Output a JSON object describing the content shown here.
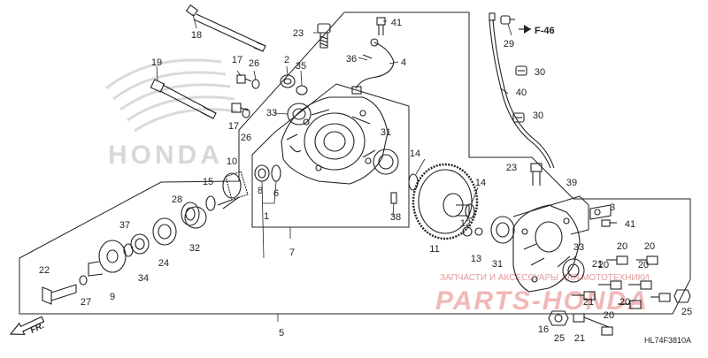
{
  "diagram": {
    "ref_code": "HL74F3810A",
    "section_ref": "F-46",
    "direction_label": "FR.",
    "watermark_brand": "HONDA",
    "watermark_site": "PARTS-HONDA",
    "watermark_caption": "ЗАПЧАСТИ И АКСЕССУАРЫ ДЛЯ МОТОТЕХНИКИ",
    "colors": {
      "line": "#222222",
      "watermark_red": "#e8a0a0",
      "watermark_gray": "#cfcfcf"
    },
    "callouts": [
      {
        "id": "c18a",
        "label": "18"
      },
      {
        "id": "c23a",
        "label": "23"
      },
      {
        "id": "c41a",
        "label": "41"
      },
      {
        "id": "c29",
        "label": "29"
      },
      {
        "id": "c19",
        "label": "19"
      },
      {
        "id": "c17a",
        "label": "17"
      },
      {
        "id": "c26a",
        "label": "26"
      },
      {
        "id": "c2",
        "label": "2"
      },
      {
        "id": "c35",
        "label": "35"
      },
      {
        "id": "c36",
        "label": "36"
      },
      {
        "id": "c4",
        "label": "4"
      },
      {
        "id": "c30a",
        "label": "30"
      },
      {
        "id": "c40",
        "label": "40"
      },
      {
        "id": "c33a",
        "label": "33"
      },
      {
        "id": "c17b",
        "label": "17"
      },
      {
        "id": "c30b",
        "label": "30"
      },
      {
        "id": "c26b",
        "label": "26"
      },
      {
        "id": "c31a",
        "label": "31"
      },
      {
        "id": "c10",
        "label": "10"
      },
      {
        "id": "c14a",
        "label": "14"
      },
      {
        "id": "c23b",
        "label": "23"
      },
      {
        "id": "c8",
        "label": "8"
      },
      {
        "id": "c6",
        "label": "6"
      },
      {
        "id": "c39",
        "label": "39"
      },
      {
        "id": "c15",
        "label": "15"
      },
      {
        "id": "c14b",
        "label": "14"
      },
      {
        "id": "c28",
        "label": "28"
      },
      {
        "id": "c1",
        "label": "1"
      },
      {
        "id": "c3",
        "label": "3"
      },
      {
        "id": "c38",
        "label": "38"
      },
      {
        "id": "c41b",
        "label": "41"
      },
      {
        "id": "c37",
        "label": "37"
      },
      {
        "id": "c7",
        "label": "7"
      },
      {
        "id": "c33b",
        "label": "33"
      },
      {
        "id": "c12",
        "label": "12"
      },
      {
        "id": "c20a",
        "label": "20"
      },
      {
        "id": "c11",
        "label": "11"
      },
      {
        "id": "c32",
        "label": "32"
      },
      {
        "id": "c13",
        "label": "13"
      },
      {
        "id": "c20b",
        "label": "20"
      },
      {
        "id": "c24",
        "label": "24"
      },
      {
        "id": "c34",
        "label": "34"
      },
      {
        "id": "c31b",
        "label": "31"
      },
      {
        "id": "c21a",
        "label": "21"
      },
      {
        "id": "c22",
        "label": "22"
      },
      {
        "id": "c9",
        "label": "9"
      },
      {
        "id": "c27",
        "label": "27"
      },
      {
        "id": "c20c",
        "label": "20"
      },
      {
        "id": "c20d",
        "label": "20"
      },
      {
        "id": "c21b",
        "label": "21"
      },
      {
        "id": "c20e",
        "label": "20"
      },
      {
        "id": "c25a",
        "label": "25"
      },
      {
        "id": "c16",
        "label": "16"
      },
      {
        "id": "c25b",
        "label": "25"
      },
      {
        "id": "c21c",
        "label": "21"
      },
      {
        "id": "c5",
        "label": "5"
      },
      {
        "id": "c20f",
        "label": "20"
      }
    ]
  }
}
